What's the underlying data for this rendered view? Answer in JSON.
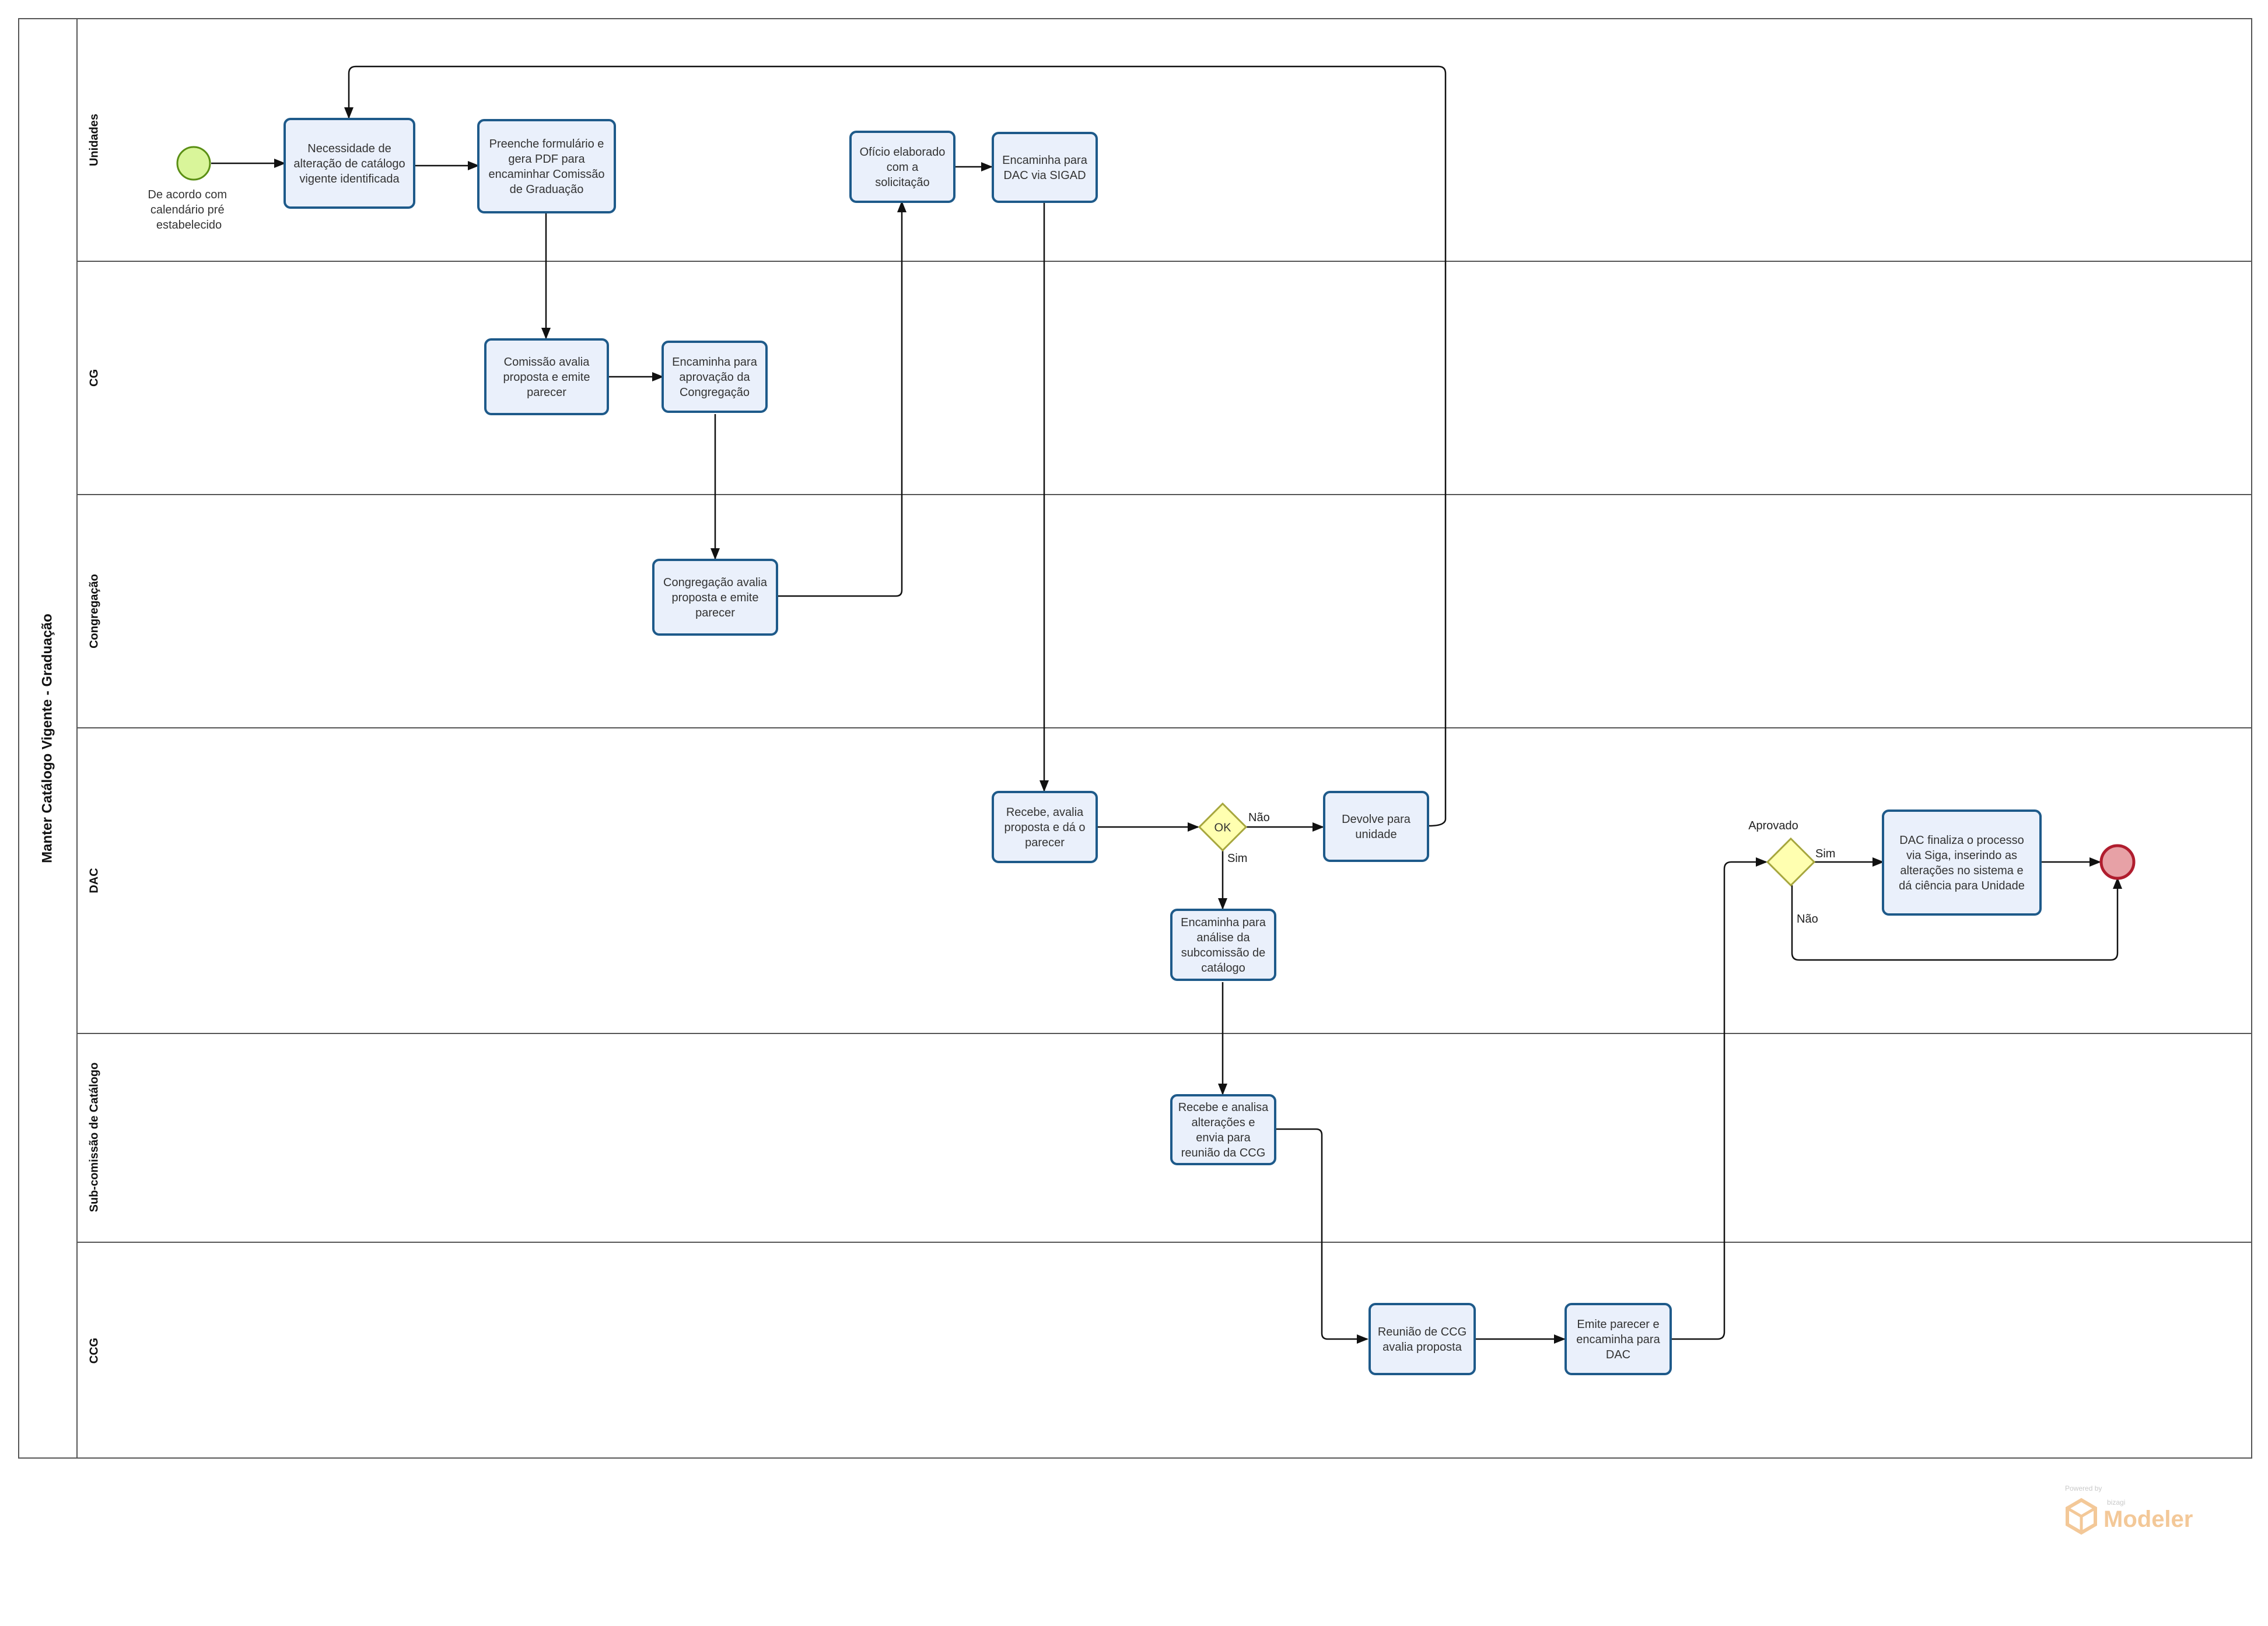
{
  "pool": {
    "title": "Manter Catálogo Vigente - Graduação"
  },
  "lanes": [
    {
      "id": "unidades",
      "title": "Unidades"
    },
    {
      "id": "cg",
      "title": "CG"
    },
    {
      "id": "congregacao",
      "title": "Congregação"
    },
    {
      "id": "dac",
      "title": "DAC"
    },
    {
      "id": "subcomissao",
      "title": "Sub-comissão  de  Catálogo"
    },
    {
      "id": "ccg",
      "title": "CCG"
    }
  ],
  "start_event": {
    "label": [
      "De acordo com",
      "calendário pré",
      "estabelecido"
    ]
  },
  "tasks": [
    {
      "id": "t1",
      "lines": [
        "Necessidade de",
        "alteração de catálogo",
        "vigente identificada"
      ]
    },
    {
      "id": "t2",
      "lines": [
        "Preenche formulário e",
        "gera PDF para",
        "encaminhar Comissão",
        "de Graduação"
      ]
    },
    {
      "id": "t3",
      "lines": [
        "Comissão avalia",
        "proposta e emite",
        "parecer"
      ]
    },
    {
      "id": "t4",
      "lines": [
        "Encaminha para",
        "aprovação da",
        "Congregação"
      ]
    },
    {
      "id": "t5",
      "lines": [
        "Congregação avalia",
        "proposta e emite",
        "parecer"
      ]
    },
    {
      "id": "t6",
      "lines": [
        "Ofício elaborado",
        "com a",
        "solicitação"
      ]
    },
    {
      "id": "t7",
      "lines": [
        "Encaminha para",
        "DAC via SIGAD"
      ]
    },
    {
      "id": "t8",
      "lines": [
        "Recebe, avalia",
        "proposta e dá o",
        "parecer"
      ]
    },
    {
      "id": "t9",
      "lines": [
        "Devolve para",
        "unidade"
      ]
    },
    {
      "id": "t10",
      "lines": [
        "Encaminha para",
        "análise da",
        "subcomissão de",
        "catálogo"
      ]
    },
    {
      "id": "t11",
      "lines": [
        "Recebe e analisa",
        "alterações e",
        "envia para",
        "reunião da CCG"
      ]
    },
    {
      "id": "t12",
      "lines": [
        "Reunião de CCG",
        "avalia proposta"
      ]
    },
    {
      "id": "t13",
      "lines": [
        "Emite parecer e",
        "encaminha para",
        "DAC"
      ]
    },
    {
      "id": "t14",
      "lines": [
        "DAC finaliza o processo",
        "via Siga, inserindo as",
        "alterações no sistema e",
        "dá ciência para Unidade"
      ]
    }
  ],
  "gateways": [
    {
      "id": "g1",
      "label": "OK"
    },
    {
      "id": "g2",
      "label": "Aprovado"
    }
  ],
  "flow_labels": {
    "g1_no": "Não",
    "g1_yes": "Sim",
    "g2_yes": "Sim",
    "g2_no": "Não"
  },
  "watermark": {
    "small": "Powered by",
    "brand": "bizagi",
    "product": "Modeler"
  },
  "colors": {
    "task_fill": "#eaf0fb",
    "task_stroke": "#1e5a8a",
    "start_fill": "#d9f59a",
    "start_stroke": "#5a8f14",
    "end_fill": "#e7a1a6",
    "end_stroke": "#b01d2e",
    "gateway_fill": "#ffffb0",
    "gateway_stroke": "#a6a63d",
    "watermark": "#f3c898"
  }
}
